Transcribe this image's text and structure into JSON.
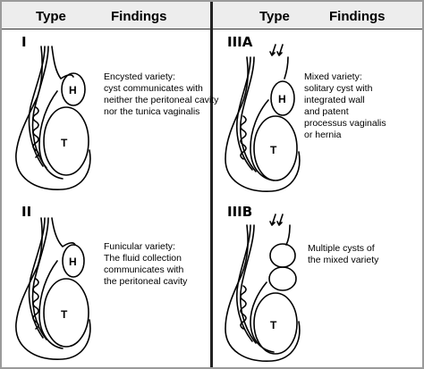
{
  "header": {
    "left": {
      "type_label": "Type",
      "findings_label": "Findings"
    },
    "right": {
      "type_label": "Type",
      "findings_label": "Findings"
    }
  },
  "panels": [
    {
      "type": "I",
      "h_label": "H",
      "t_label": "T",
      "lines": [
        "Encysted variety:",
        "cyst communicates with",
        "neither the peritoneal cavity",
        "nor the tunica vaginalis"
      ]
    },
    {
      "type": "IIIA",
      "h_label": "H",
      "t_label": "T",
      "lines": [
        "Mixed variety:",
        "solitary cyst with",
        "integrated wall",
        "and patent",
        "processus vaginalis",
        "or hernia"
      ]
    },
    {
      "type": "II",
      "h_label": "H",
      "t_label": "T",
      "lines": [
        "Funicular variety:",
        "The fluid collection",
        "communicates with",
        "the peritoneal cavity"
      ]
    },
    {
      "type": "IIIB",
      "t_label": "T",
      "lines": [
        "Multiple cysts of",
        "the mixed variety"
      ]
    }
  ]
}
